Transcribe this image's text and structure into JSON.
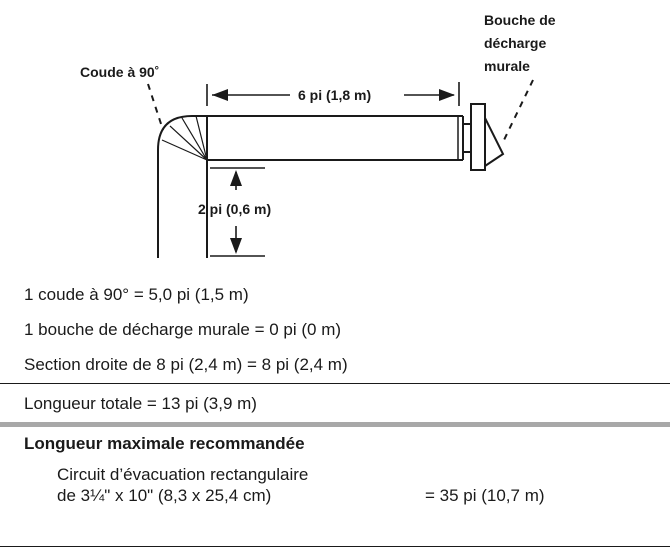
{
  "diagram": {
    "label_elbow": "Coude à 90˚",
    "label_hood": [
      "Bouche de",
      "décharge",
      "murale"
    ],
    "label_horizontal": "6 pi (1,8 m)",
    "label_vertical": "2 pi (0,6 m)"
  },
  "lines": {
    "elbow": "1 coude à 90° =  5,0 pi (1,5 m)",
    "hood": "1 bouche de décharge murale = 0 pi (0 m)",
    "straight": "Section droite de 8 pi (2,4 m) = 8 pi (2,4 m)",
    "total": "Longueur totale = 13 pi (3,9 m)"
  },
  "max": {
    "heading": "Longueur maximale recommandée",
    "circuit_line1": "Circuit d’évacuation rectangulaire",
    "circuit_line2": "de 3¼\" x 10\" (8,3 x 25,4 cm)",
    "value": "= 35 pi (10,7 m)"
  },
  "colors": {
    "rule_gray": "#a8a8a8",
    "ink": "#1a1a1a"
  }
}
